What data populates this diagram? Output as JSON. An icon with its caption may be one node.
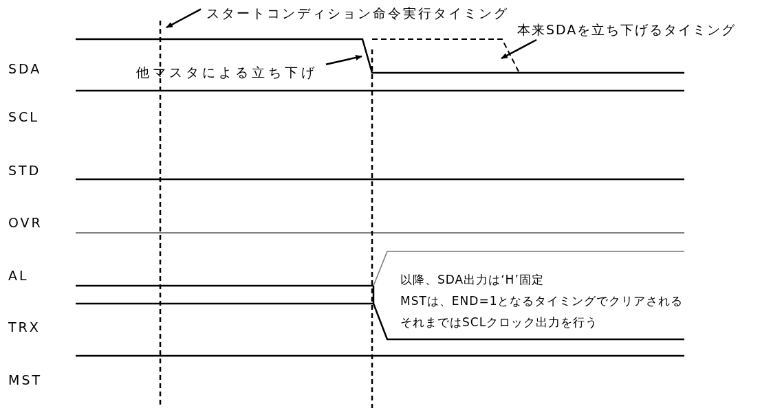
{
  "diagram": {
    "nodes": [
      {
        "text": [
          "スタートコンディション命令実行タイミング"
        ]
      },
      {
        "text": [
          "他マスタによる立ち下げ"
        ]
      },
      {
        "text": [
          "本来SDAを立ち下げるタイミング"
        ]
      },
      {
        "text": [
          "以降、SDA出力は‘H’固定",
          "MSTは、END=1となるタイミングでクリアされる",
          "それまではSCLクロック出力を行う"
        ]
      }
    ],
    "edges": [
      {
        "from": 0,
        "to": null,
        "arrow": "to"
      },
      {
        "from": 1,
        "to": null,
        "arrow": "to"
      },
      {
        "from": 2,
        "to": null,
        "arrow": "to"
      }
    ],
    "labels": [
      "SDA",
      "SCL",
      "STD",
      "OVR",
      "AL",
      "TRX",
      "MST"
    ]
  }
}
